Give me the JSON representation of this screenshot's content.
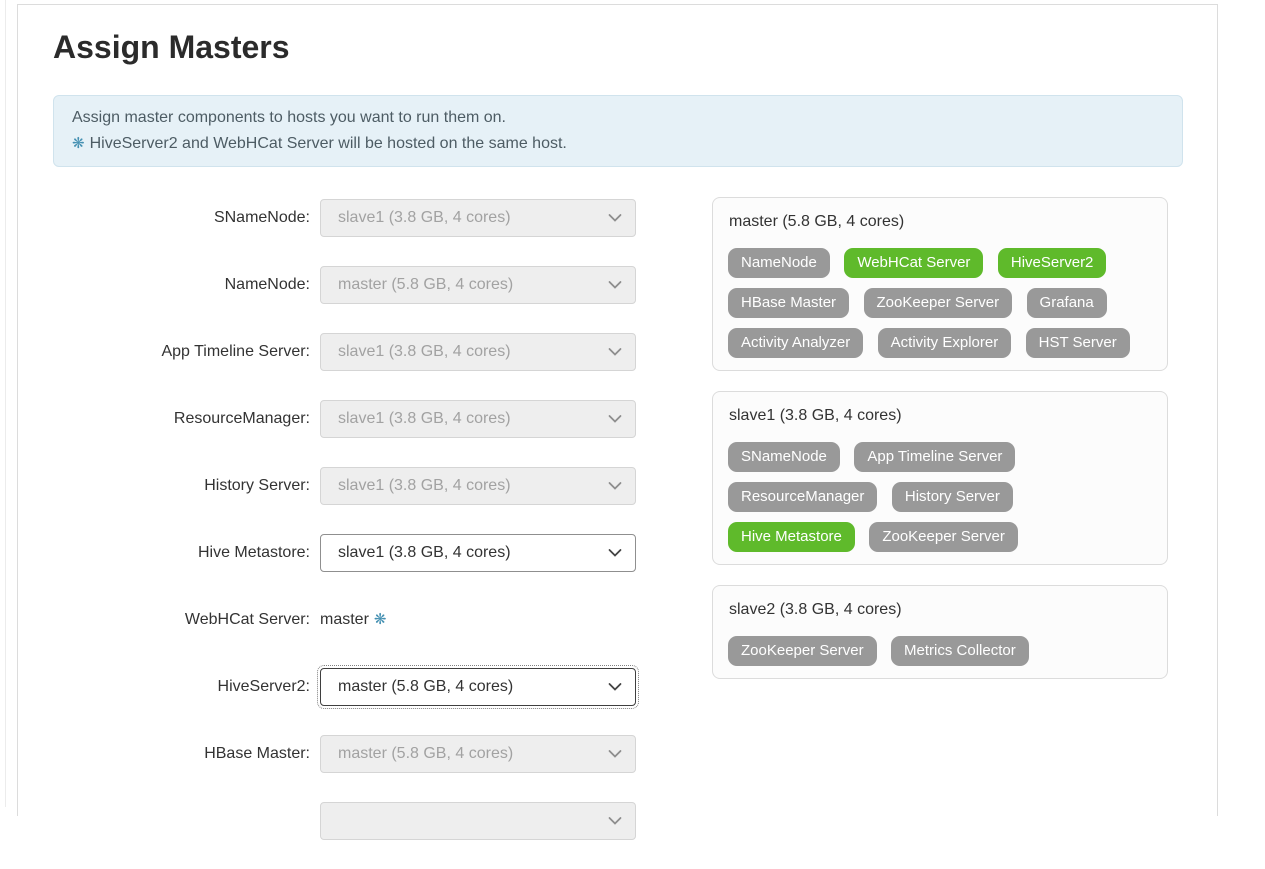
{
  "page": {
    "title": "Assign Masters"
  },
  "info_box": {
    "line1": "Assign master components to hosts you want to run them on.",
    "line2": "HiveServer2 and WebHCat Server will be hosted on the same host."
  },
  "icons": {
    "colocation_asterisk": "❋"
  },
  "form": {
    "rows": [
      {
        "label": "SNameNode:",
        "value": "slave1 (3.8 GB, 4 cores)",
        "state": "disabled"
      },
      {
        "label": "NameNode:",
        "value": "master (5.8 GB, 4 cores)",
        "state": "disabled"
      },
      {
        "label": "App Timeline Server:",
        "value": "slave1 (3.8 GB, 4 cores)",
        "state": "disabled"
      },
      {
        "label": "ResourceManager:",
        "value": "slave1 (3.8 GB, 4 cores)",
        "state": "disabled"
      },
      {
        "label": "History Server:",
        "value": "slave1 (3.8 GB, 4 cores)",
        "state": "disabled"
      },
      {
        "label": "Hive Metastore:",
        "value": "slave1 (3.8 GB, 4 cores)",
        "state": "enabled"
      },
      {
        "label": "WebHCat Server:",
        "value": "master",
        "state": "static",
        "asterisk": true
      },
      {
        "label": "HiveServer2:",
        "value": "master (5.8 GB, 4 cores)",
        "state": "focused"
      },
      {
        "label": "HBase Master:",
        "value": "master (5.8 GB, 4 cores)",
        "state": "disabled"
      },
      {
        "label": "",
        "value": "",
        "state": "disabled",
        "partial": true
      }
    ]
  },
  "hosts": [
    {
      "name": "master (5.8 GB, 4 cores)",
      "components": [
        {
          "label": "NameNode",
          "color": "gray"
        },
        {
          "label": "WebHCat Server",
          "color": "green"
        },
        {
          "label": "HiveServer2",
          "color": "green"
        },
        {
          "label": "HBase Master",
          "color": "gray"
        },
        {
          "label": "ZooKeeper Server",
          "color": "gray"
        },
        {
          "label": "Grafana",
          "color": "gray"
        },
        {
          "label": "Activity Analyzer",
          "color": "gray"
        },
        {
          "label": "Activity Explorer",
          "color": "gray"
        },
        {
          "label": "HST Server",
          "color": "gray"
        }
      ]
    },
    {
      "name": "slave1 (3.8 GB, 4 cores)",
      "components": [
        {
          "label": "SNameNode",
          "color": "gray"
        },
        {
          "label": "App Timeline Server",
          "color": "gray"
        },
        {
          "label": "ResourceManager",
          "color": "gray"
        },
        {
          "label": "History Server",
          "color": "gray"
        },
        {
          "label": "Hive Metastore",
          "color": "green"
        },
        {
          "label": "ZooKeeper Server",
          "color": "gray"
        }
      ]
    },
    {
      "name": "slave2 (3.8 GB, 4 cores)",
      "components": [
        {
          "label": "ZooKeeper Server",
          "color": "gray"
        },
        {
          "label": "Metrics Collector",
          "color": "gray"
        }
      ]
    }
  ],
  "colors": {
    "badge_gray": "#999999",
    "badge_green": "#5fba2b",
    "asterisk_teal": "#4490b2",
    "info_bg": "#e6f1f7"
  }
}
